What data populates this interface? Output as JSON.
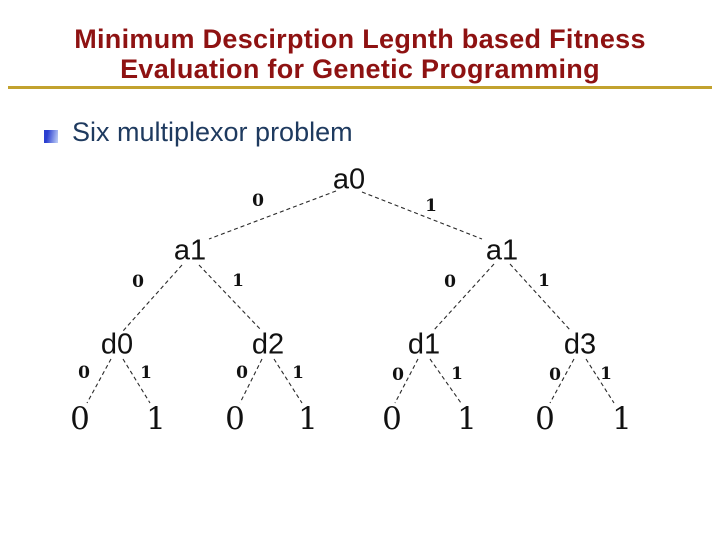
{
  "slide": {
    "title": {
      "line1": "Minimum Descirption Legnth based Fitness",
      "line2": "Evaluation for Genetic Programming"
    },
    "bullet": {
      "label": "Six multiplexor problem"
    },
    "colors": {
      "title_text": "#8e1212",
      "underline": "#c2a22e",
      "bullet_text": "#1e3a5f",
      "bullet_square": "#2b3fd0",
      "diagram_ink": "#111111"
    }
  },
  "tree": {
    "root": {
      "label": "a0",
      "edge_labels": [
        "0",
        "1"
      ]
    },
    "level2": [
      {
        "label": "a1",
        "edge_labels": [
          "0",
          "1"
        ]
      },
      {
        "label": "a1",
        "edge_labels": [
          "0",
          "1"
        ]
      }
    ],
    "level3": [
      {
        "label": "d0",
        "edge_labels": [
          "0",
          "1"
        ],
        "leaves": [
          "0",
          "1"
        ]
      },
      {
        "label": "d2",
        "edge_labels": [
          "0",
          "1"
        ],
        "leaves": [
          "0",
          "1"
        ]
      },
      {
        "label": "d1",
        "edge_labels": [
          "0",
          "1"
        ],
        "leaves": [
          "0",
          "1"
        ]
      },
      {
        "label": "d3",
        "edge_labels": [
          "0",
          "1"
        ],
        "leaves": [
          "0",
          "1"
        ]
      }
    ]
  }
}
